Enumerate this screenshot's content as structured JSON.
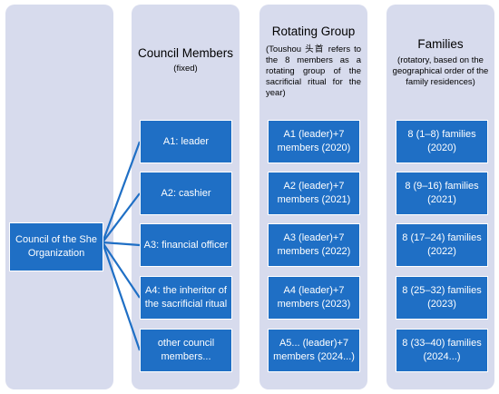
{
  "root": {
    "label": "Council of the She Organization"
  },
  "columns": [
    {
      "title": "Council Members",
      "subtitle": "(fixed)"
    },
    {
      "title": "Rotating Group",
      "subtitle": "(Toushou 头首 refers to the 8 members as a rotating group of the sacrificial ritual for the year)"
    },
    {
      "title": "Families",
      "subtitle": "(rotatory, based on the geographical order of the family residences)"
    }
  ],
  "rows": [
    {
      "member": "A1: leader",
      "group": "A1 (leader)+7 members (2020)",
      "family": "8 (1–8) families (2020)"
    },
    {
      "member": "A2: cashier",
      "group": "A2 (leader)+7 members (2021)",
      "family": "8 (9–16) families (2021)"
    },
    {
      "member": "A3: financial officer",
      "group": "A3 (leader)+7 members (2022)",
      "family": "8 (17–24) families (2022)"
    },
    {
      "member": "A4: the inheritor of the sacrificial ritual",
      "group": "A4 (leader)+7 members (2023)",
      "family": "8 (25–32) families (2023)"
    },
    {
      "member": "other council members...",
      "group": "A5... (leader)+7 members (2024...)",
      "family": "8 (33–40) families (2024...)"
    }
  ],
  "colors": {
    "panel": "#d7dbed",
    "box": "#1f6fc5",
    "connector": "#1f6fc5"
  }
}
